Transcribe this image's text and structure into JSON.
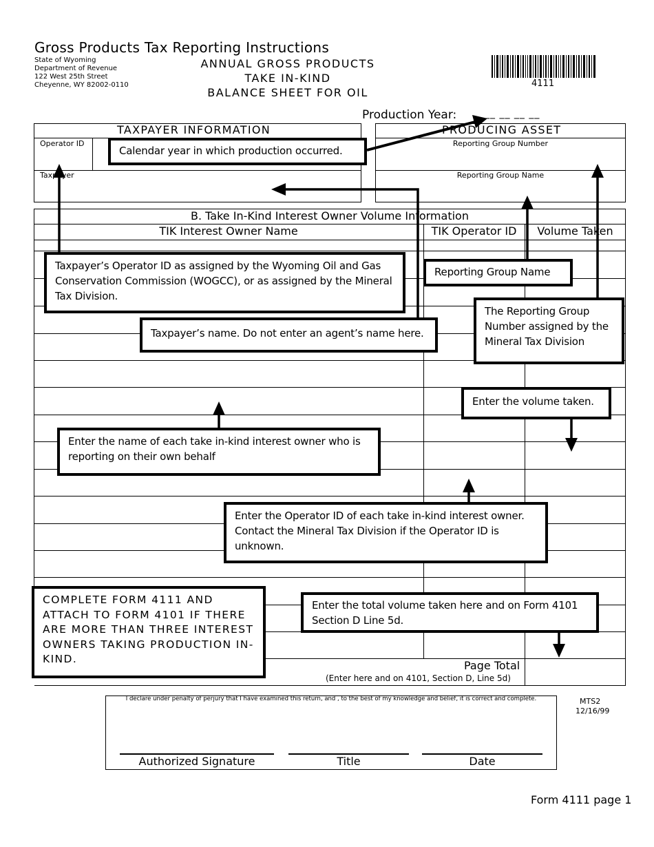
{
  "header": {
    "title": "Gross Products Tax Reporting Instructions",
    "address_lines": [
      "State of Wyoming",
      "Department of Revenue",
      "122 West 25th Street",
      "Cheyenne, WY 82002-0110"
    ],
    "form_title_lines": [
      "ANNUAL GROSS PRODUCTS",
      "TAKE IN-KIND",
      "BALANCE SHEET FOR OIL"
    ],
    "form_number": "4111",
    "production_year_label": "Production Year:",
    "production_year_blanks": "__ __ __ __"
  },
  "taxpayer_section": {
    "heading": "TAXPAYER INFORMATION",
    "operator_id_label": "Operator ID",
    "taxpayer_label": "Taxpayer"
  },
  "asset_section": {
    "heading": "PRODUCING ASSET",
    "group_number_label": "Reporting Group Number",
    "group_name_label": "Reporting Group Name"
  },
  "section_b": {
    "heading": "B.  Take In-Kind Interest Owner Volume Information",
    "columns": [
      "TIK Interest Owner Name",
      "TIK Operator ID",
      "Volume Taken"
    ],
    "page_total_label": "Page Total",
    "page_total_note": "(Enter here and on 4101, Section D, Line 5d)"
  },
  "callouts": {
    "calendar_year": "Calendar year in which production occurred.",
    "operator_id": "Taxpayer’s Operator ID as assigned by the Wyoming Oil and Gas Conservation Commission (WOGCC), or as assigned by the Mineral Tax Division.",
    "taxpayer_name": "Taxpayer’s name. Do not enter an agent’s name here.",
    "reporting_group_name": "Reporting Group Name",
    "reporting_group_number": "The Reporting Group Number assigned by the Mineral Tax Division",
    "volume_taken": "Enter the volume taken.",
    "owner_name": "Enter the name of each take in-kind interest owner who is reporting on their own behalf",
    "tik_operator_id": "Enter the Operator ID of each take in-kind interest owner. Contact the Mineral Tax Division if the Operator ID is unknown.",
    "complete_form": "COMPLETE FORM 4111 AND ATTACH TO FORM 4101 IF THERE ARE MORE THAN THREE INTEREST OWNERS TAKING PRODUCTION IN-KIND.",
    "total_volume": "Enter the total volume taken here and on Form 4101 Section D Line 5d."
  },
  "declaration": {
    "text": "I declare under penalty of perjury that I have examined this return, and , to the best of my knowledge and belief, it is correct and complete.",
    "signature_label": "Authorized Signature",
    "title_label": "Title",
    "date_label": "Date"
  },
  "footer": {
    "code": "MTS2",
    "date": "12/16/99",
    "page_label": "Form 4111 page 1"
  },
  "icons": [
    "barcode-icon",
    "arrow-icon"
  ]
}
